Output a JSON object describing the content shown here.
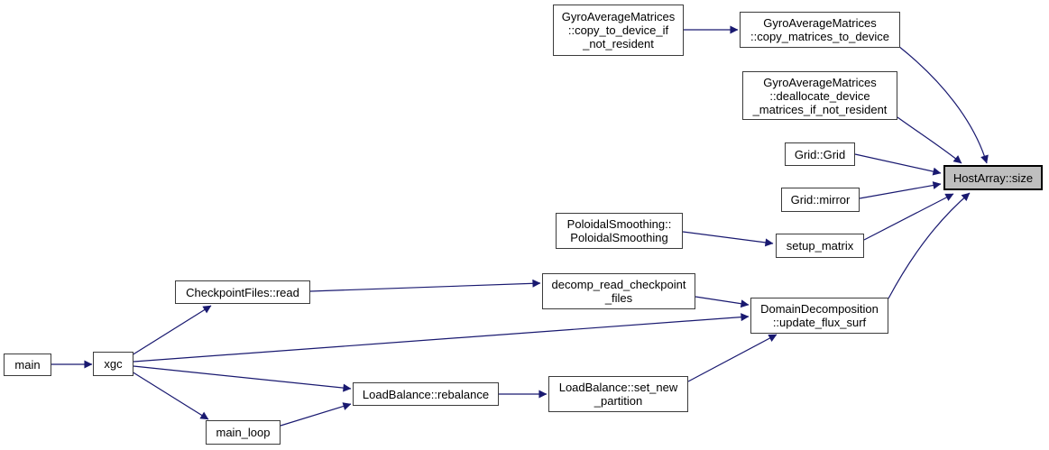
{
  "diagram": {
    "type": "call-graph",
    "colors": {
      "background": "#ffffff",
      "edge": "#191970",
      "node_border": "#3b3b3b",
      "node_fill": "#ffffff",
      "highlight_fill": "#bfbfbf",
      "text": "#000000"
    },
    "nodes": [
      {
        "id": "copy_to_device",
        "label": "GyroAverageMatrices\n::copy_to_device_if\n_not_resident",
        "highlighted": false
      },
      {
        "id": "copy_matrices",
        "label": "GyroAverageMatrices\n::copy_matrices_to_device",
        "highlighted": false
      },
      {
        "id": "deallocate",
        "label": "GyroAverageMatrices\n::deallocate_device\n_matrices_if_not_resident",
        "highlighted": false
      },
      {
        "id": "grid_grid",
        "label": "Grid::Grid",
        "highlighted": false
      },
      {
        "id": "grid_mirror",
        "label": "Grid::mirror",
        "highlighted": false
      },
      {
        "id": "poloidal",
        "label": "PoloidalSmoothing::\nPoloidalSmoothing",
        "highlighted": false
      },
      {
        "id": "setup_matrix",
        "label": "setup_matrix",
        "highlighted": false
      },
      {
        "id": "decomp_read",
        "label": "decomp_read_checkpoint\n_files",
        "highlighted": false
      },
      {
        "id": "update_flux",
        "label": "DomainDecomposition\n::update_flux_surf",
        "highlighted": false
      },
      {
        "id": "checkpoint_read",
        "label": "CheckpointFiles::read",
        "highlighted": false
      },
      {
        "id": "main",
        "label": "main",
        "highlighted": false
      },
      {
        "id": "xgc",
        "label": "xgc",
        "highlighted": false
      },
      {
        "id": "rebalance",
        "label": "LoadBalance::rebalance",
        "highlighted": false
      },
      {
        "id": "set_new",
        "label": "LoadBalance::set_new\n_partition",
        "highlighted": false
      },
      {
        "id": "main_loop",
        "label": "main_loop",
        "highlighted": false
      },
      {
        "id": "hostarray",
        "label": "HostArray::size",
        "highlighted": true
      }
    ],
    "edges": [
      {
        "from": "main",
        "to": "xgc"
      },
      {
        "from": "xgc",
        "to": "checkpoint_read"
      },
      {
        "from": "xgc",
        "to": "update_flux"
      },
      {
        "from": "xgc",
        "to": "rebalance"
      },
      {
        "from": "xgc",
        "to": "main_loop"
      },
      {
        "from": "checkpoint_read",
        "to": "decomp_read"
      },
      {
        "from": "decomp_read",
        "to": "update_flux"
      },
      {
        "from": "main_loop",
        "to": "rebalance"
      },
      {
        "from": "rebalance",
        "to": "set_new"
      },
      {
        "from": "set_new",
        "to": "update_flux"
      },
      {
        "from": "update_flux",
        "to": "hostarray"
      },
      {
        "from": "copy_to_device",
        "to": "copy_matrices"
      },
      {
        "from": "copy_matrices",
        "to": "hostarray"
      },
      {
        "from": "deallocate",
        "to": "hostarray"
      },
      {
        "from": "grid_grid",
        "to": "hostarray"
      },
      {
        "from": "grid_mirror",
        "to": "hostarray"
      },
      {
        "from": "poloidal",
        "to": "setup_matrix"
      },
      {
        "from": "setup_matrix",
        "to": "hostarray"
      }
    ]
  }
}
